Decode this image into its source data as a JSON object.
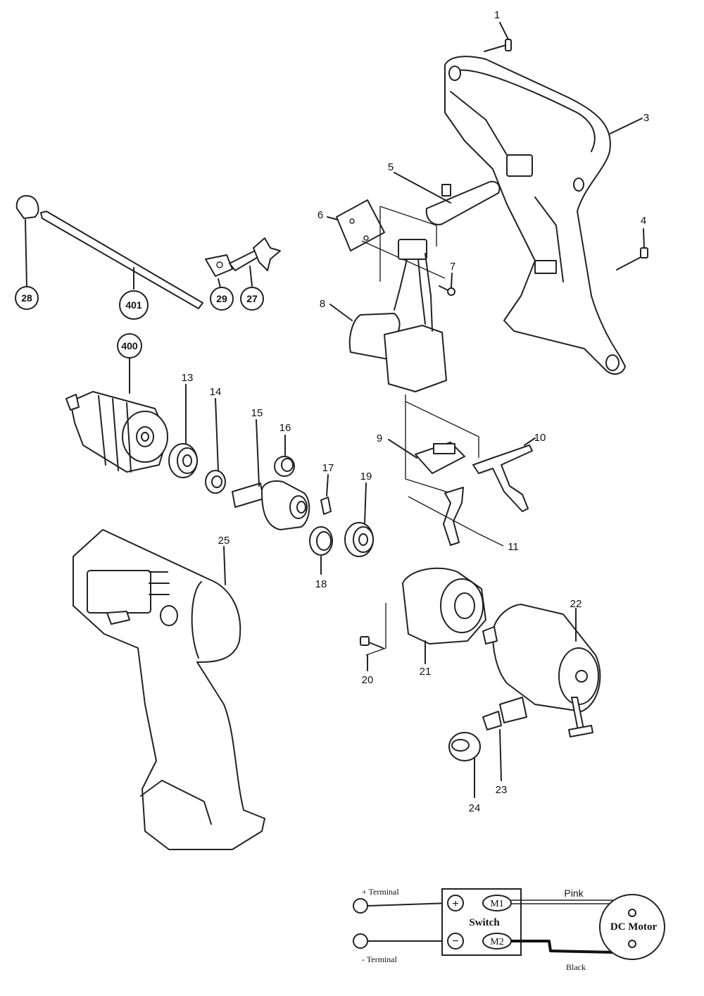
{
  "part_labels": [
    {
      "id": "1",
      "text": "1"
    },
    {
      "id": "3",
      "text": "3"
    },
    {
      "id": "4",
      "text": "4"
    },
    {
      "id": "5",
      "text": "5"
    },
    {
      "id": "6",
      "text": "6"
    },
    {
      "id": "7",
      "text": "7"
    },
    {
      "id": "8",
      "text": "8"
    },
    {
      "id": "9",
      "text": "9"
    },
    {
      "id": "10",
      "text": "10"
    },
    {
      "id": "11",
      "text": "11"
    },
    {
      "id": "13",
      "text": "13"
    },
    {
      "id": "14",
      "text": "14"
    },
    {
      "id": "15",
      "text": "15"
    },
    {
      "id": "16",
      "text": "16"
    },
    {
      "id": "17",
      "text": "17"
    },
    {
      "id": "18",
      "text": "18"
    },
    {
      "id": "19",
      "text": "19"
    },
    {
      "id": "20",
      "text": "20"
    },
    {
      "id": "21",
      "text": "21"
    },
    {
      "id": "22",
      "text": "22"
    },
    {
      "id": "23",
      "text": "23"
    },
    {
      "id": "24",
      "text": "24"
    },
    {
      "id": "25",
      "text": "25"
    }
  ],
  "circled_labels": [
    {
      "id": "28",
      "text": "28"
    },
    {
      "id": "401",
      "text": "401"
    },
    {
      "id": "29",
      "text": "29"
    },
    {
      "id": "27",
      "text": "27"
    },
    {
      "id": "400",
      "text": "400"
    }
  ],
  "wiring": {
    "plus_terminal": "+ Terminal",
    "minus_terminal": "- Terminal",
    "switch_label": "Switch",
    "plus_symbol": "+",
    "minus_symbol": "−",
    "m1": "M1",
    "m2": "M2",
    "motor": "DC Motor",
    "pink": "Pink",
    "black": "Black"
  }
}
